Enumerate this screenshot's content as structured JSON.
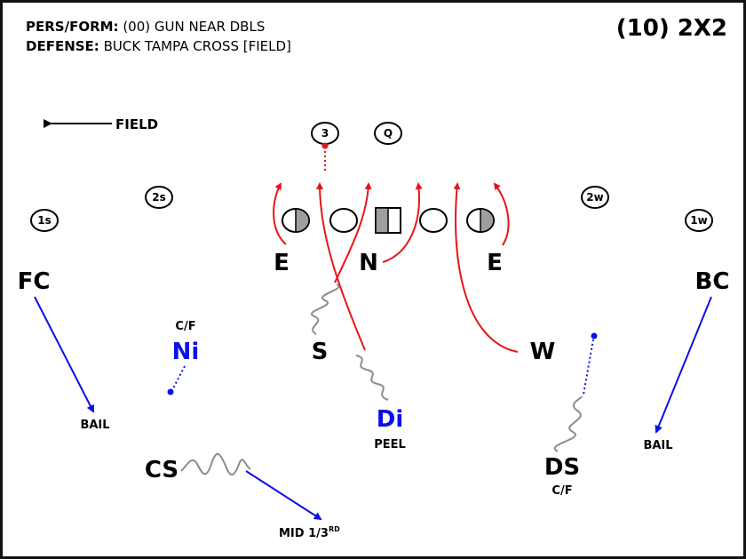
{
  "header": {
    "pers_label": "PERS/FORM:",
    "pers_value": "(00) GUN NEAR DBLS",
    "defense_label": "DEFENSE:",
    "defense_value": "BUCK TAMPA CROSS [FIELD]",
    "grouping": "(10) 2X2"
  },
  "field_direction": "FIELD",
  "offense": {
    "backs": [
      "3",
      "Q"
    ],
    "receivers": [
      "1s",
      "2s",
      "2w",
      "1w"
    ]
  },
  "defense_front": {
    "left_end": "E",
    "nose": "N",
    "right_end": "E"
  },
  "defenders": {
    "fc": "FC",
    "bc": "BC",
    "ni": "Ni",
    "s": "S",
    "di": "Di",
    "w": "W",
    "cs": "CS",
    "ds": "DS"
  },
  "assignments": {
    "ni": "C/F",
    "ds": "C/F",
    "fc": "BAIL",
    "bc": "BAIL",
    "di": "PEEL",
    "cs": "MID 1/3",
    "cs_sup": "RD"
  },
  "colors": {
    "rush": "#e8141a",
    "coverage": "#0a10e6",
    "motion": "#8c8c8c",
    "ink": "#000000"
  }
}
